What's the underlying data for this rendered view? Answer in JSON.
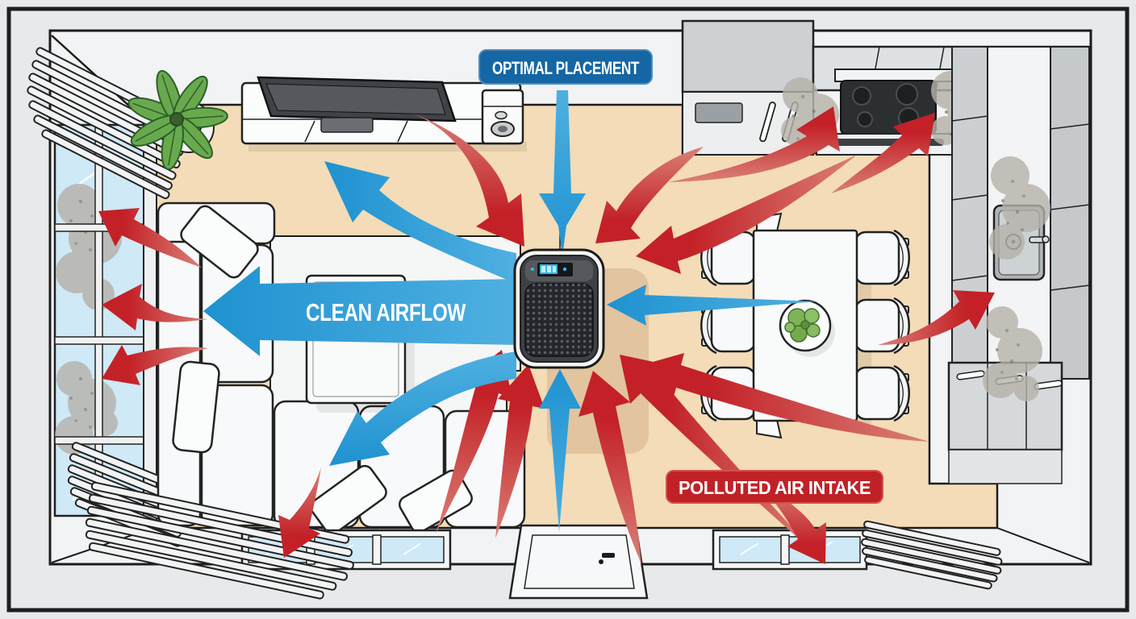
{
  "labels": {
    "optimal_placement": "OPTIMAL PLACEMENT",
    "clean_airflow": "CLEAN AIRFLOW",
    "polluted_air_intake": "POLLUTED AIR INTAKE"
  },
  "colors": {
    "clean_air_arrow": "#2a9fd8",
    "polluted_air_arrow": "#c32127",
    "optimal_placement_badge": "#1566a4",
    "polluted_intake_badge": "#c02127",
    "floor": "#f3dcb7",
    "rug": "#f5f6f6",
    "window_glass": "#cfe9f6",
    "smoke": "#b6b2aa",
    "purifier_body": "#3d4145",
    "purifier_display": "#35b6e8"
  },
  "scene": {
    "view": "top-down room airflow diagram",
    "elements": [
      "air-purifier",
      "sofa",
      "pillows",
      "coffee-table",
      "rug",
      "tv-console",
      "tv",
      "speaker",
      "plant",
      "left-window",
      "blinds",
      "kitchen-counter",
      "cooktop",
      "oven",
      "right-cabinets",
      "sink",
      "dining-table",
      "dining-chairs",
      "fruit-bowl",
      "door",
      "bottom-windows",
      "curtains",
      "smoke-clouds",
      "clean-air-arrows",
      "polluted-air-arrows"
    ]
  }
}
